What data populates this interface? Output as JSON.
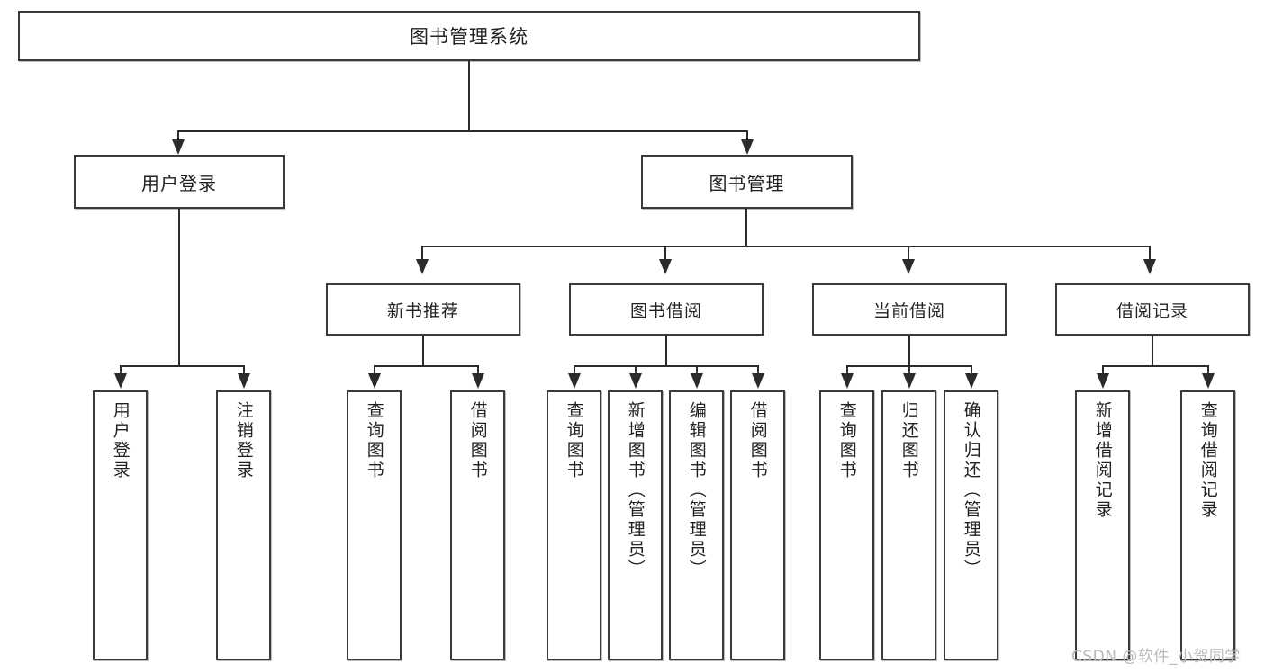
{
  "diagram": {
    "type": "tree",
    "title": "图书管理系统",
    "root": {
      "label": "图书管理系统"
    },
    "level2": [
      {
        "label": "用户登录"
      },
      {
        "label": "图书管理"
      }
    ],
    "level3": [
      {
        "label": "新书推荐"
      },
      {
        "label": "图书借阅"
      },
      {
        "label": "当前借阅"
      },
      {
        "label": "借阅记录"
      }
    ],
    "leaves": {
      "user_login": [
        {
          "label": "用户登录"
        },
        {
          "label": "注销登录"
        }
      ],
      "new_book_recommend": [
        {
          "label": "查询图书"
        },
        {
          "label": "借阅图书"
        }
      ],
      "book_borrow": [
        {
          "label": "查询图书"
        },
        {
          "label": "新增图书（管理员）"
        },
        {
          "label": "编辑图书（管理员）"
        },
        {
          "label": "借阅图书"
        }
      ],
      "current_borrow": [
        {
          "label": "查询图书"
        },
        {
          "label": "归还图书"
        },
        {
          "label": "确认归还（管理员）"
        }
      ],
      "borrow_record": [
        {
          "label": "新增借阅记录"
        },
        {
          "label": "查询借阅记录"
        }
      ]
    }
  },
  "watermark": {
    "text": "CSDN @软件_小贺同学"
  },
  "colors": {
    "border": "#3a3a3a",
    "connector": "#2b2b2b",
    "text": "#222222",
    "background": "#ffffff",
    "watermark": "#b9b9b9"
  }
}
